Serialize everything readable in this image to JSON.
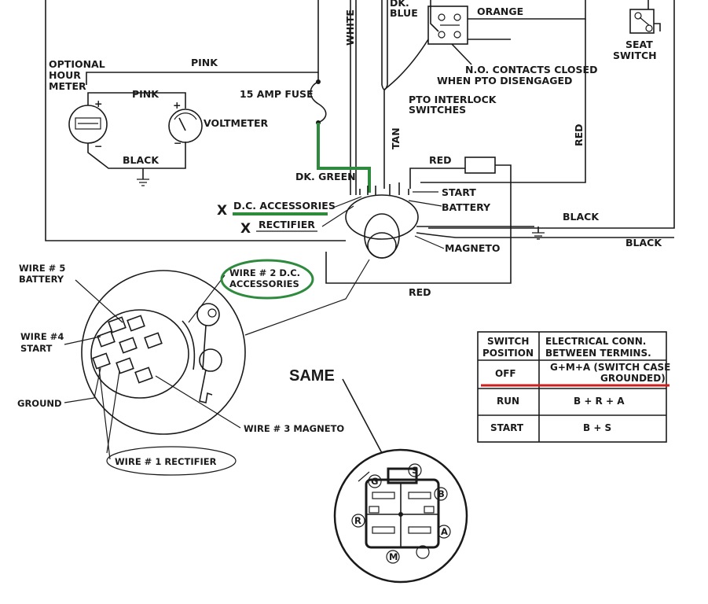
{
  "labels": {
    "optional_hour_meter": [
      "OPTIONAL",
      "HOUR",
      "METER"
    ],
    "pink_top": "PINK",
    "pink_mid": "PINK",
    "fuse": "15 AMP FUSE",
    "voltmeter": "VOLTMETER",
    "black_meter": "BLACK",
    "white": "WHITE",
    "dk_blue": [
      "DK.",
      "BLUE"
    ],
    "orange": "ORANGE",
    "no_contacts": [
      "N.O. CONTACTS CLOSED",
      "WHEN PTO DISENGAGED"
    ],
    "pto_interlock": [
      "PTO INTERLOCK",
      "SWITCHES"
    ],
    "seat_switch": [
      "SEAT",
      "SWITCH"
    ],
    "tan": "TAN",
    "red_vertical": "RED",
    "red_short": "RED",
    "dk_green": "DK. GREEN",
    "dc_accessories": "D.C. ACCESSORIES",
    "rectifier": "RECTIFIER",
    "mark_x1": "X",
    "mark_x2": "X",
    "start": "START",
    "battery": "BATTERY",
    "black_right1": "BLACK",
    "black_right2": "BLACK",
    "magneto": "MAGNETO",
    "red_bottom": "RED",
    "plus": "+",
    "minus": "−"
  },
  "detail": {
    "wire5": [
      "WIRE # 5",
      "BATTERY"
    ],
    "wire2": [
      "WIRE # 2  D.C.",
      "ACCESSORIES"
    ],
    "wire4": [
      "WIRE #4",
      "START"
    ],
    "ground": "GROUND",
    "wire3": "WIRE # 3  MAGNETO",
    "wire1": "WIRE # 1 RECTIFIER",
    "same": "SAME"
  },
  "switch_table": {
    "headers": [
      [
        "SWITCH",
        "POSITION"
      ],
      [
        "ELECTRICAL CONN.",
        "BETWEEN TERMINS."
      ]
    ],
    "rows": [
      {
        "position": "OFF",
        "conn": [
          "G+M+A (SWITCH CASE",
          "GROUNDED)"
        ]
      },
      {
        "position": "RUN",
        "conn": [
          "B + R + A"
        ]
      },
      {
        "position": "START",
        "conn": [
          "B + S"
        ]
      }
    ]
  },
  "terminals": [
    "G",
    "S",
    "B",
    "R",
    "A",
    "M"
  ],
  "colors": {
    "ink": "#1a1a1a",
    "highlight_green": "#2e8b3e",
    "highlight_red": "#cc1f1f"
  }
}
